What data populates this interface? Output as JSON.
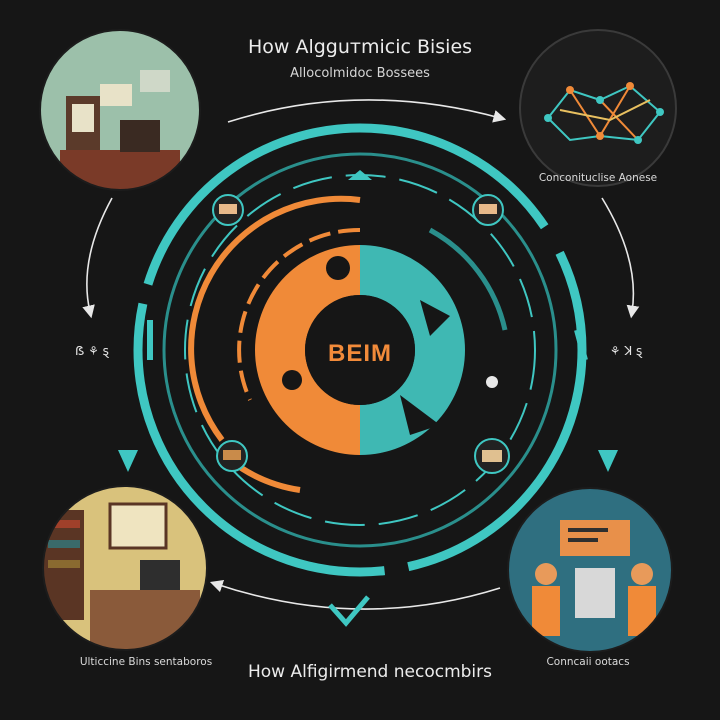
{
  "diagram": {
    "title": "How Algguтmicic Bisies",
    "subtitle": "Allocolmidoc Bossees",
    "center_label": "BEIM",
    "footer": "How Alfigirmend necocmbirs",
    "captions": {
      "top_right": "Conconituclise Aonese",
      "bottom_left": "Ulticcine Bins sentaboros",
      "bottom_right": "Conncaii ootacs"
    },
    "side_labels": {
      "left": "ẞ ⚘ ȿ",
      "right": "⚘ ꓘ ȿ"
    }
  },
  "colors": {
    "background": "#161616",
    "teal": "#3fc7c2",
    "teal_dark": "#2a8f8c",
    "orange": "#f08a38",
    "text": "#e8e8e8"
  },
  "icons": [
    "office-scene-icon",
    "network-graph-icon",
    "library-scene-icon",
    "presenters-scene-icon",
    "thumbnail-icon"
  ]
}
